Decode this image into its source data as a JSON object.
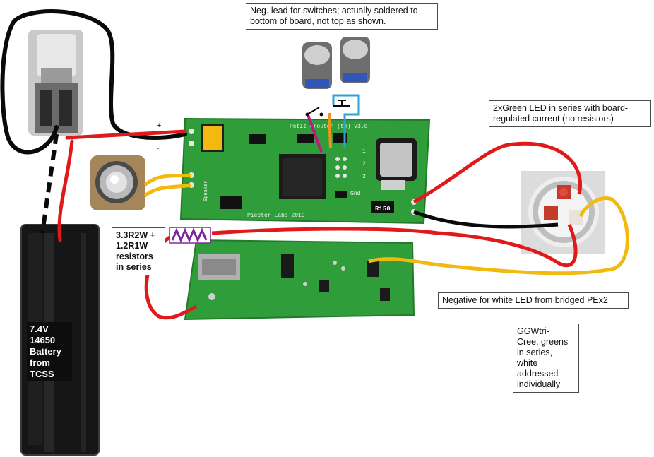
{
  "labels": {
    "switch_note": "Neg. lead for switches; actually soldered to bottom of board, not top as shown.",
    "green_led_note": "2xGreen LED  in series with board-regulated current (no resistors)",
    "resistor_note": "3.3R2W +\n1.2R1W\nresistors\nin series",
    "white_led_note": "Negative for white LED from bridged PEx2",
    "emitter_note": "GGWtri-\nCree, greens\nin series,\nwhite\naddressed\nindividually",
    "battery_note": "7.4V\n14650\nBattery\nfrom\nTCSS",
    "plus_sign": "+",
    "minus_sign": "-"
  },
  "board_silkscreen": {
    "title": "Petit Crouton (tm) v3.0",
    "maker": "Piecter Labs 2013",
    "speaker": "Speaker",
    "gnd": "Gnd",
    "sense_resistor": "R150",
    "pin_1": "1",
    "pin_2": "2",
    "pin_3": "3"
  },
  "colors": {
    "red_wire": "#e01a1a",
    "black_wire": "#0a0a0a",
    "yellow_wire": "#f2b90f",
    "blue_wire": "#2fa3cf",
    "magenta_wire": "#c0187e",
    "orange_wire": "#f0941a",
    "pcb_green": "#2f9e3a",
    "resistor_symbol": "#7a2a9c"
  }
}
